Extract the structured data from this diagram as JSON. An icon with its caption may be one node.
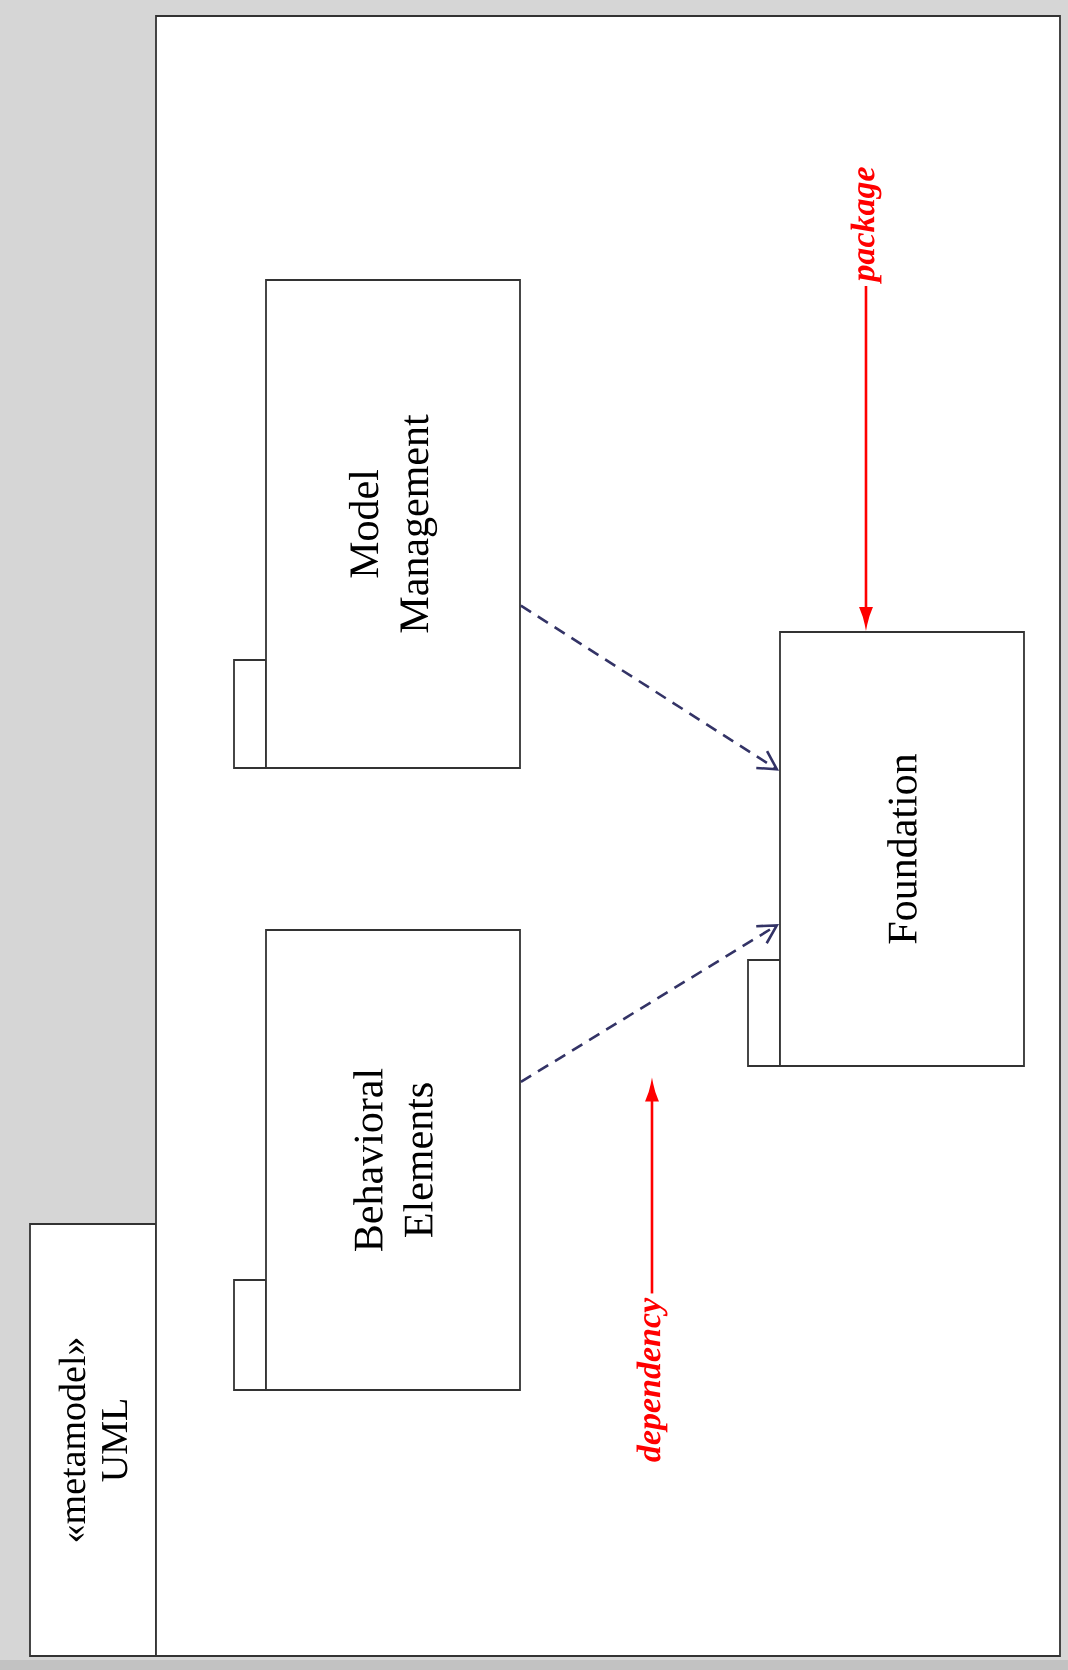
{
  "diagram": {
    "nodes": [
      {
        "text": [
          "«metamodel»",
          "UML"
        ]
      },
      {
        "text": [
          "Model Management"
        ],
        "in": 0
      },
      {
        "text": [
          "Behavioral Elements"
        ],
        "in": 0
      },
      {
        "text": [
          "Foundation"
        ],
        "in": 0
      },
      {
        "text": [
          "package"
        ],
        "in": 0
      },
      {
        "text": [
          "dependency"
        ],
        "in": 0
      }
    ],
    "edges": [
      {
        "from": 1,
        "to": 3,
        "arrow": "to",
        "style": "dashed"
      },
      {
        "from": 2,
        "to": 3,
        "arrow": "to",
        "style": "dashed"
      },
      {
        "from": 4,
        "to": 3,
        "arrow": "to",
        "color": "#ff0000"
      },
      {
        "from": 5,
        "to": null,
        "arrow": "to",
        "color": "#ff0000"
      }
    ]
  }
}
